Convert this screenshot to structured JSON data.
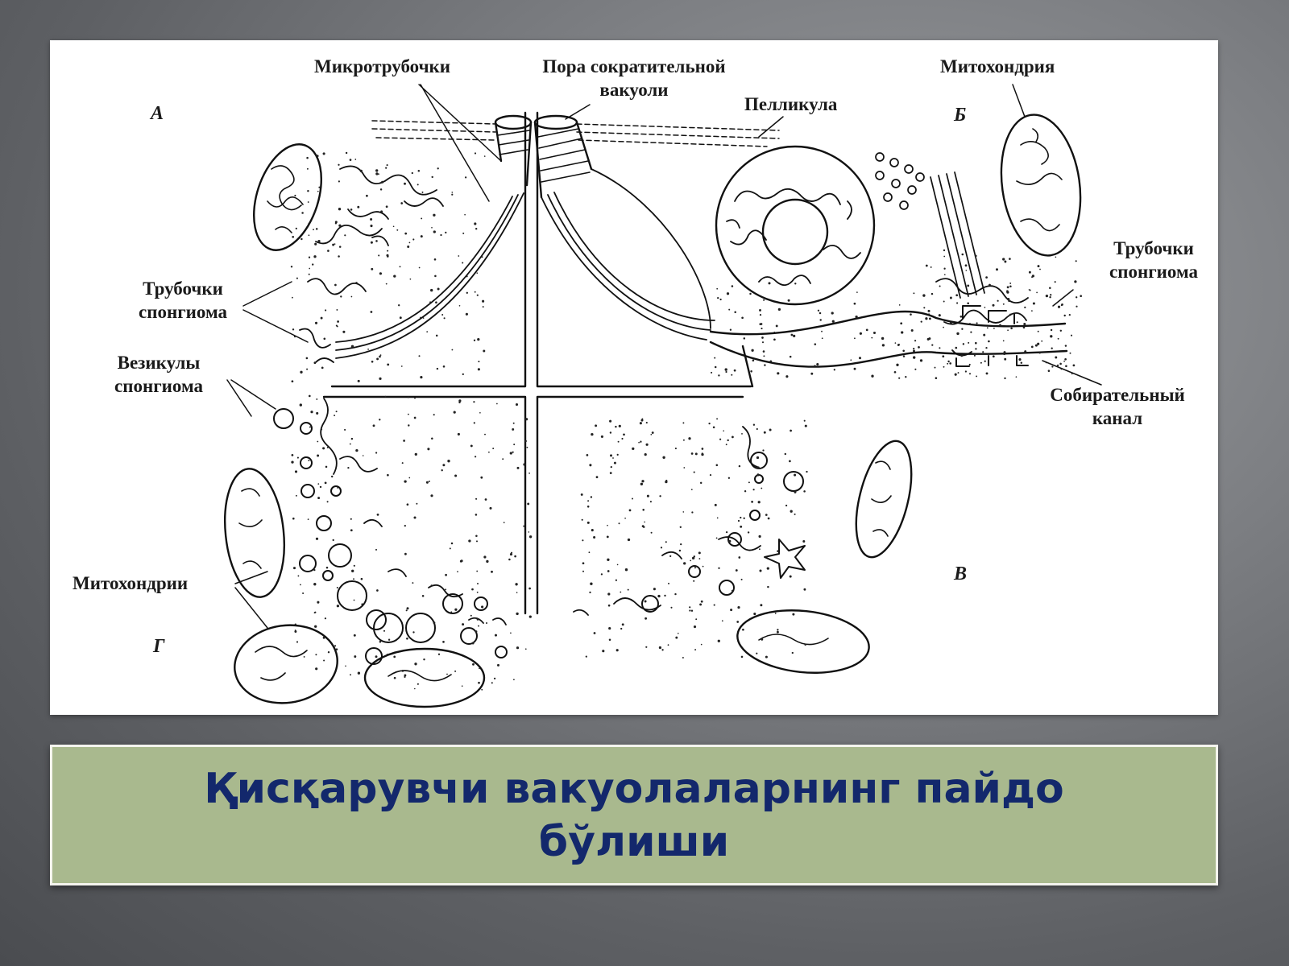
{
  "diagram": {
    "labels": {
      "microtubules": "Микротрубочки",
      "pore_line1": "Пора сократительной",
      "pore_line2": "вакуоли",
      "pellicle": "Пелликула",
      "mitochondrion": "Митохондрия",
      "tubules_left_line1": "Трубочки",
      "tubules_left_line2": "спонгиома",
      "tubules_right_line1": "Трубочки",
      "tubules_right_line2": "спонгиома",
      "vesicles_line1": "Везикулы",
      "vesicles_line2": "спонгиома",
      "collecting_line1": "Собирательный",
      "collecting_line2": "канал",
      "mitochondria_plural": "Митохондрии"
    },
    "quadrant_letters": {
      "a": "А",
      "b": "Б",
      "v": "В",
      "g": "Г"
    }
  },
  "caption": {
    "line1": "Қисқарувчи вакуолаларнинг пайдо",
    "line2": "бўлиши"
  }
}
